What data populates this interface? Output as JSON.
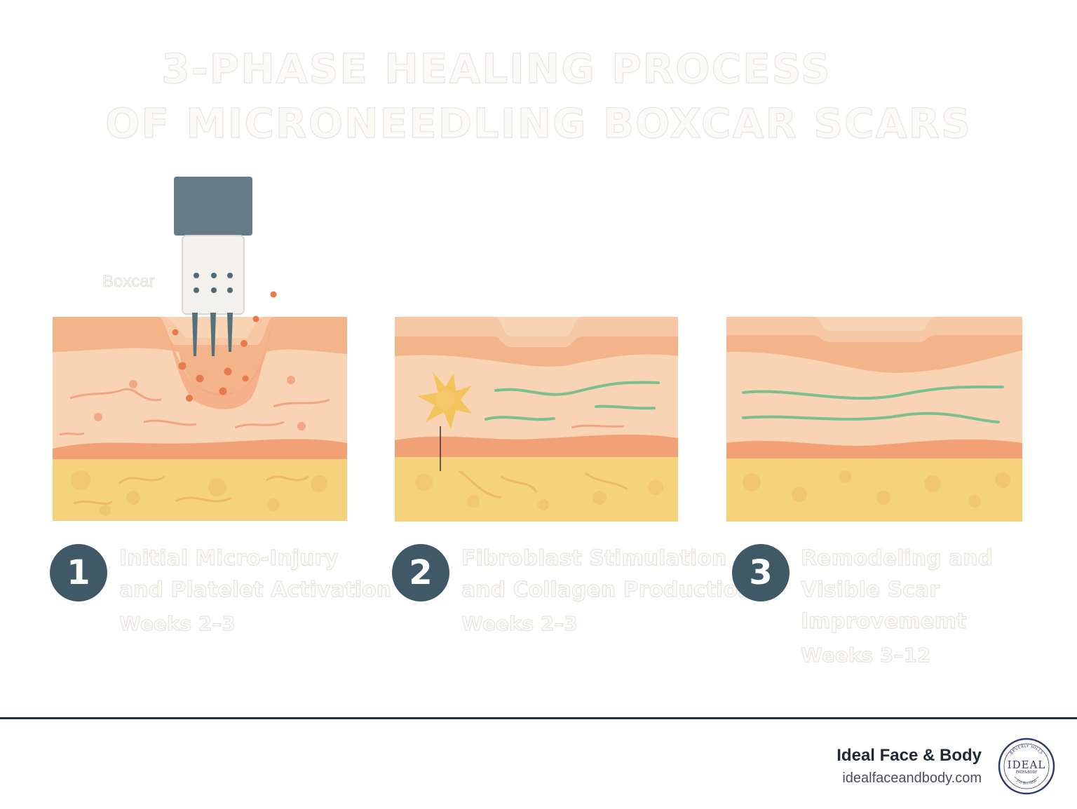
{
  "title": {
    "line1": "3-PHASE HEALING PROCESS",
    "line2": "OF MICRONEEDLING BOXCAR SCARS"
  },
  "label_boxcar": "Boxcar",
  "steps": [
    {
      "number": "1",
      "line1": "Initial Micro-Injury",
      "line2": "and Platelet Activation",
      "weeks": "Weeks 2–3"
    },
    {
      "number": "2",
      "line1": "Fibroblast Stimulation",
      "line2": "and Collagen Production",
      "weeks": "Weeks 2–3"
    },
    {
      "number": "3",
      "line1": "Remodeling and",
      "line2": "Visible Scar",
      "line3": "Improvememt",
      "weeks": "Weeks 3–12"
    }
  ],
  "footer": {
    "brand": "Ideal Face & Body",
    "url": "idealfaceandbody.com",
    "logo": {
      "top_text": "BEVERLY HILLS",
      "main": "IDEAL",
      "sub": "FACE&BODY",
      "bottom_text": "310-867-0990"
    }
  },
  "colors": {
    "step_circle": "#3f5a66",
    "skin_top": "#f4b48a",
    "dermis": "#f8d4b4",
    "fat": "#f5d27c",
    "collagen": "#7cbf8f",
    "fibroblast": "#f3c45e",
    "blood": "#e8794a",
    "footer_line": "#1f2d4a"
  }
}
